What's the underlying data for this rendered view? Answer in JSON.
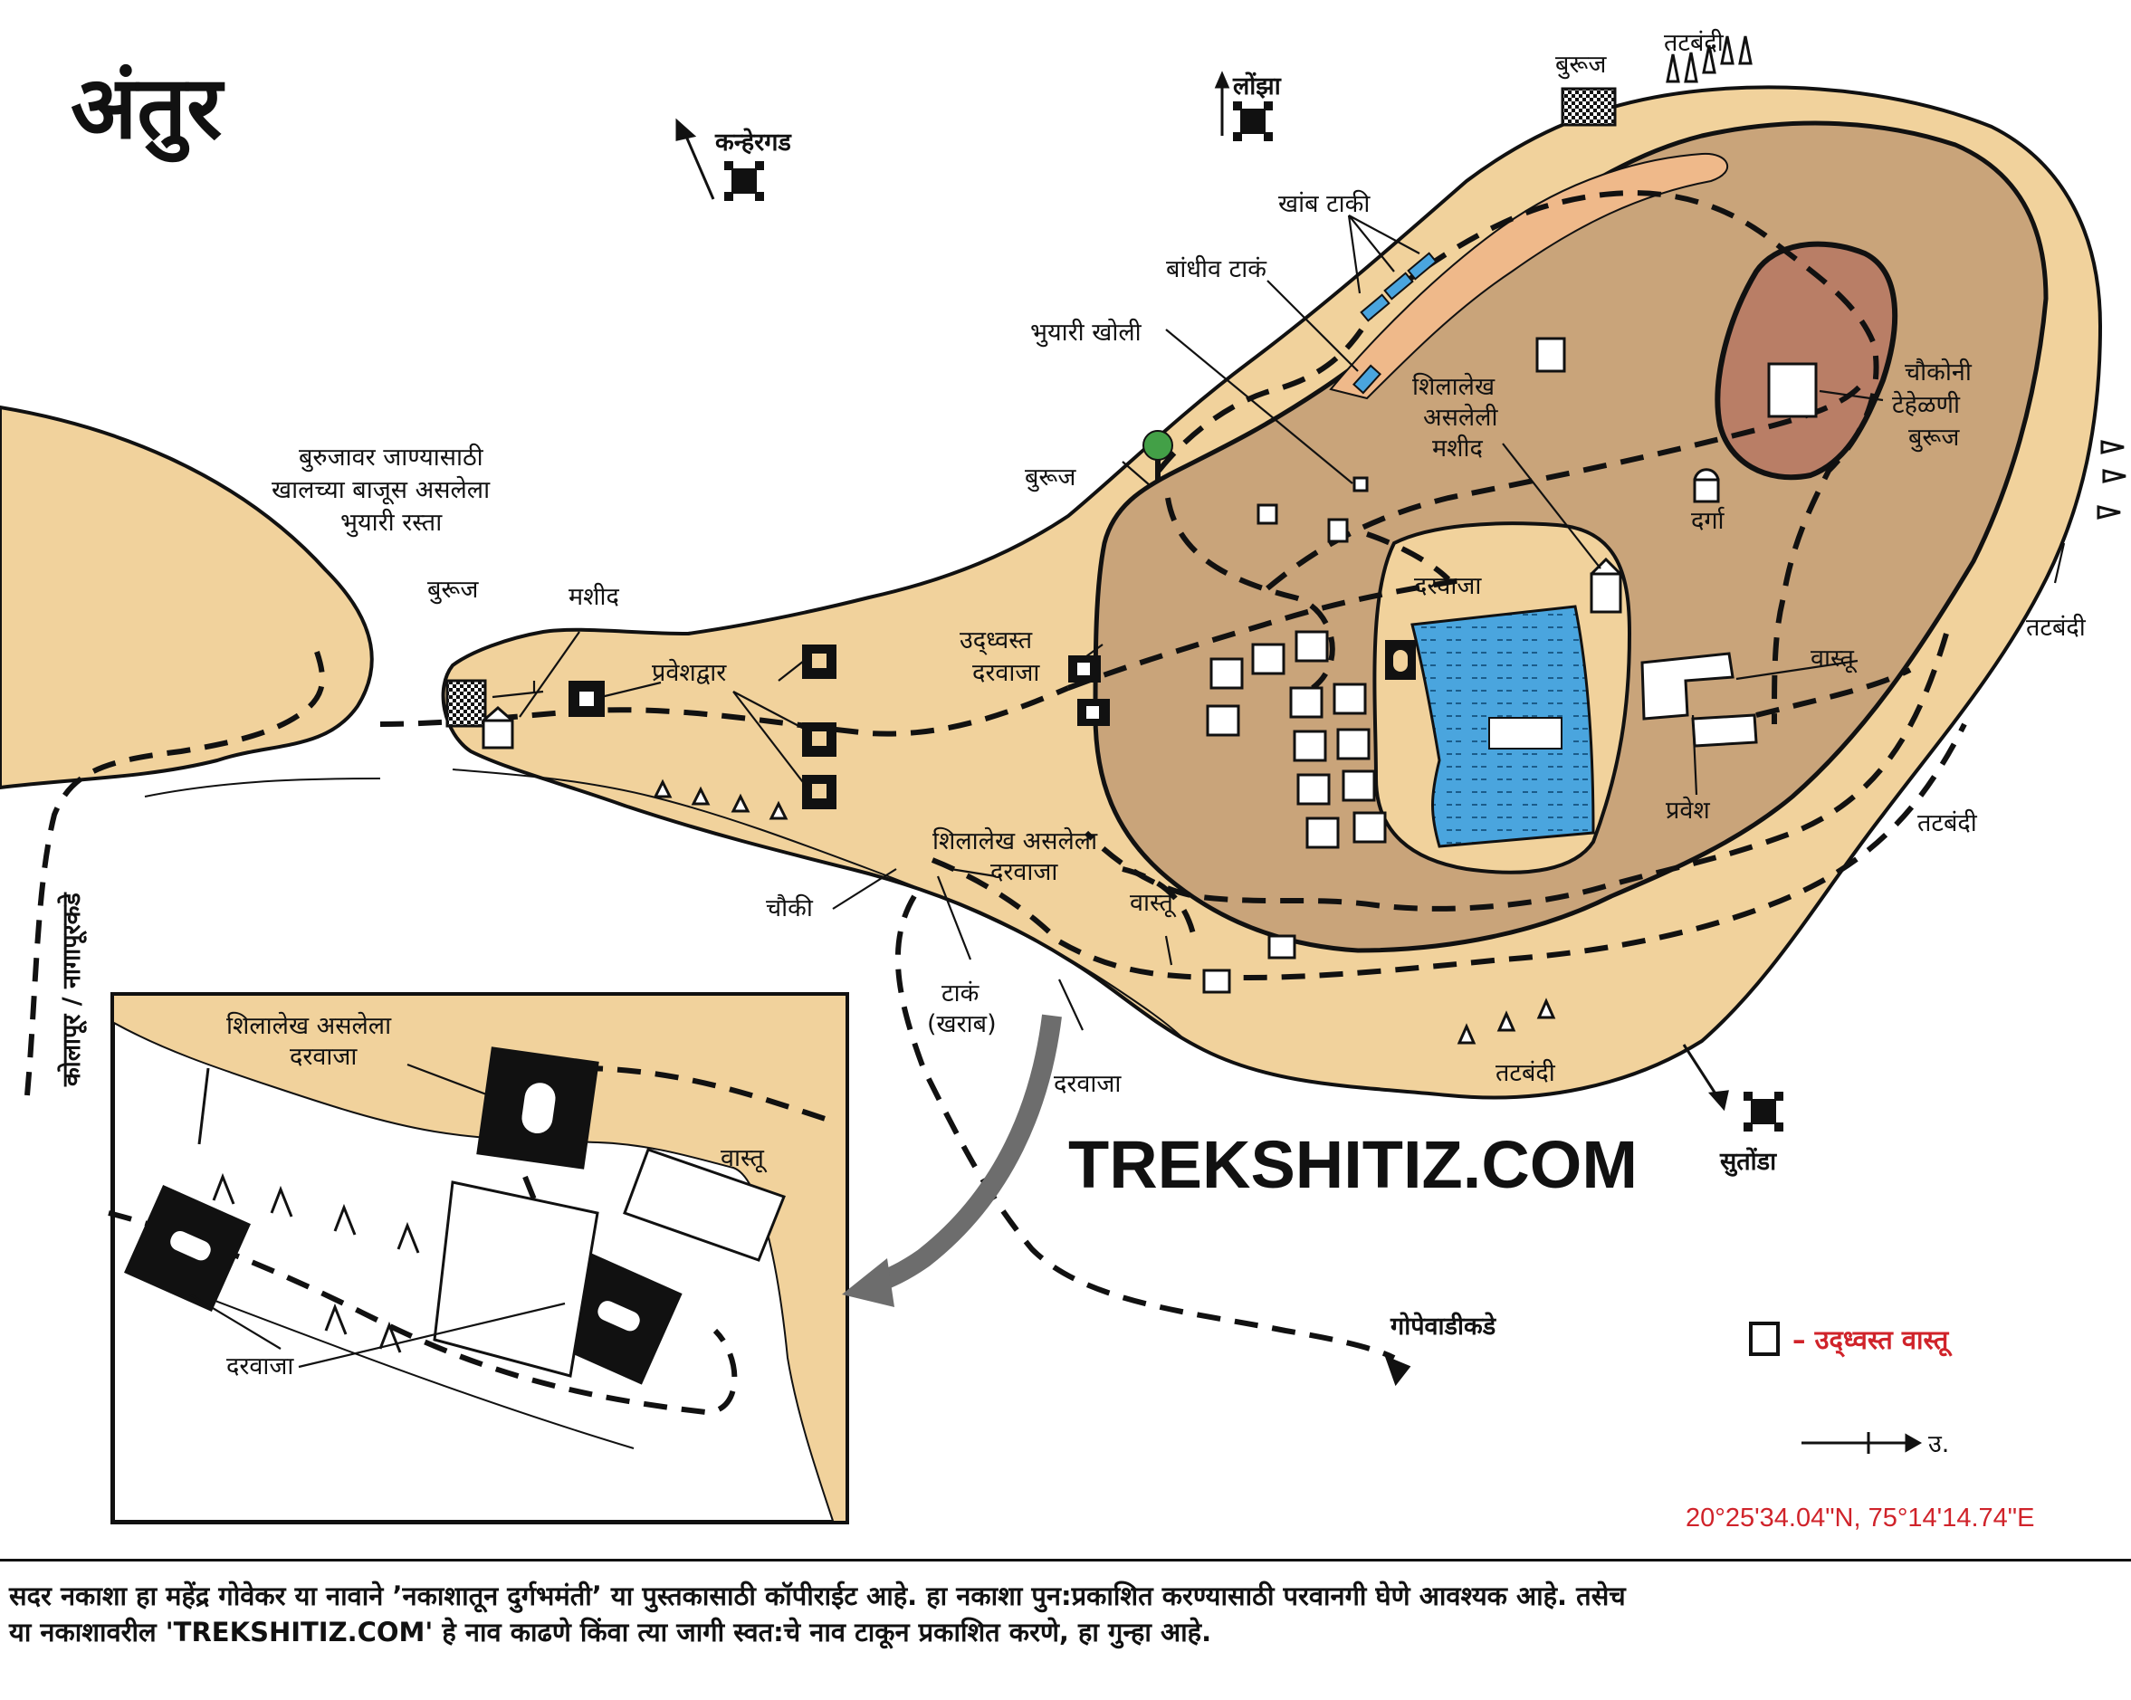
{
  "title": "अंतुर",
  "brand": "TREKSHITIZ.COM",
  "coordinates": "20°25'34.04\"N, 75°14'14.74\"E",
  "north_label": "उ.",
  "legend": {
    "ruined_structure": "– उद्ध्वस्त वास्तू"
  },
  "directions": {
    "kanheragad": "कन्हेरगड",
    "lonjha": "लोंझा",
    "sutonda": "सुतोंडा",
    "gopewadi": "गोपेवाडीकडे",
    "kolapur": "कोलापूर / नागापूरकडे"
  },
  "labels": {
    "buruj_top": "बुरूज",
    "tatbandi_top": "तटबंदी",
    "khamb_taki": "खांब टाकी",
    "bandhiv_tank": "बांधीव टाकं",
    "bhuyari_kholi": "भुयारी खोली",
    "shilalekh_mashid_1": "शिलालेख",
    "shilalekh_mashid_2": "असलेली",
    "shilalekh_mashid_3": "मशीद",
    "chaukoni_1": "चौकोनी",
    "chaukoni_2": "टेहेळणी",
    "chaukoni_3": "बुरूज",
    "darga": "दर्गा",
    "tatbandi_right": "तटबंदी",
    "vastu_right": "वास्तू",
    "pravesh": "प्रवेश",
    "tatbandi_lower_right": "तटबंदी",
    "tatbandi_bottom": "तटबंदी",
    "buruj_mid": "बुरूज",
    "darwaja_inner": "दरवाजा",
    "udhvast_darwaja_1": "उद्ध्वस्त",
    "udhvast_darwaja_2": "दरवाजा",
    "pravesh_dwar": "प्रवेशद्वार",
    "underground_1": "बुरुजावर जाण्यासाठी",
    "underground_2": "खालच्या बाजूस असलेला",
    "underground_3": "भुयारी रस्ता",
    "buruj_left": "बुरूज",
    "mashid_left": "मशीद",
    "shilalekh_darwaja_1": "शिलालेख असलेला",
    "shilalekh_darwaja_2": "दरवाजा",
    "chauki": "चौकी",
    "vastu_mid": "वास्तू",
    "taka_1": "टाकं",
    "taka_2": "(खराब)",
    "darwaja_bottom": "दरवाजा"
  },
  "inset": {
    "shilalekh_1": "शिलालेख असलेला",
    "shilalekh_2": "दरवाजा",
    "vastu": "वास्तू",
    "darwaja": "दरवाजा"
  },
  "footer": {
    "line1": "सदर नकाशा हा महेंद्र गोवेकर या नावाने ’नकाशातून दुर्गभमंती’ या पुस्तकासाठी कॉपीराईट आहे. हा नकाशा पुन:प्रकाशित करण्यासाठी परवानगी घेणे आवश्यक आहे. तसेच",
    "line2": "या नकाशावरील 'TREKSHITIZ.COM' हे नाव काढणे किंवा त्या जागी स्वत:चे नाव टाकून प्रकाशित करणे, हा गुन्हा आहे."
  },
  "colors": {
    "terrain_outer": "#f1d29c",
    "terrain_plateau": "#c9a47a",
    "terrain_slope": "#efb98a",
    "terrain_top": "#b97e66",
    "water": "#4aa5de",
    "legend_red": "#d0232a"
  }
}
